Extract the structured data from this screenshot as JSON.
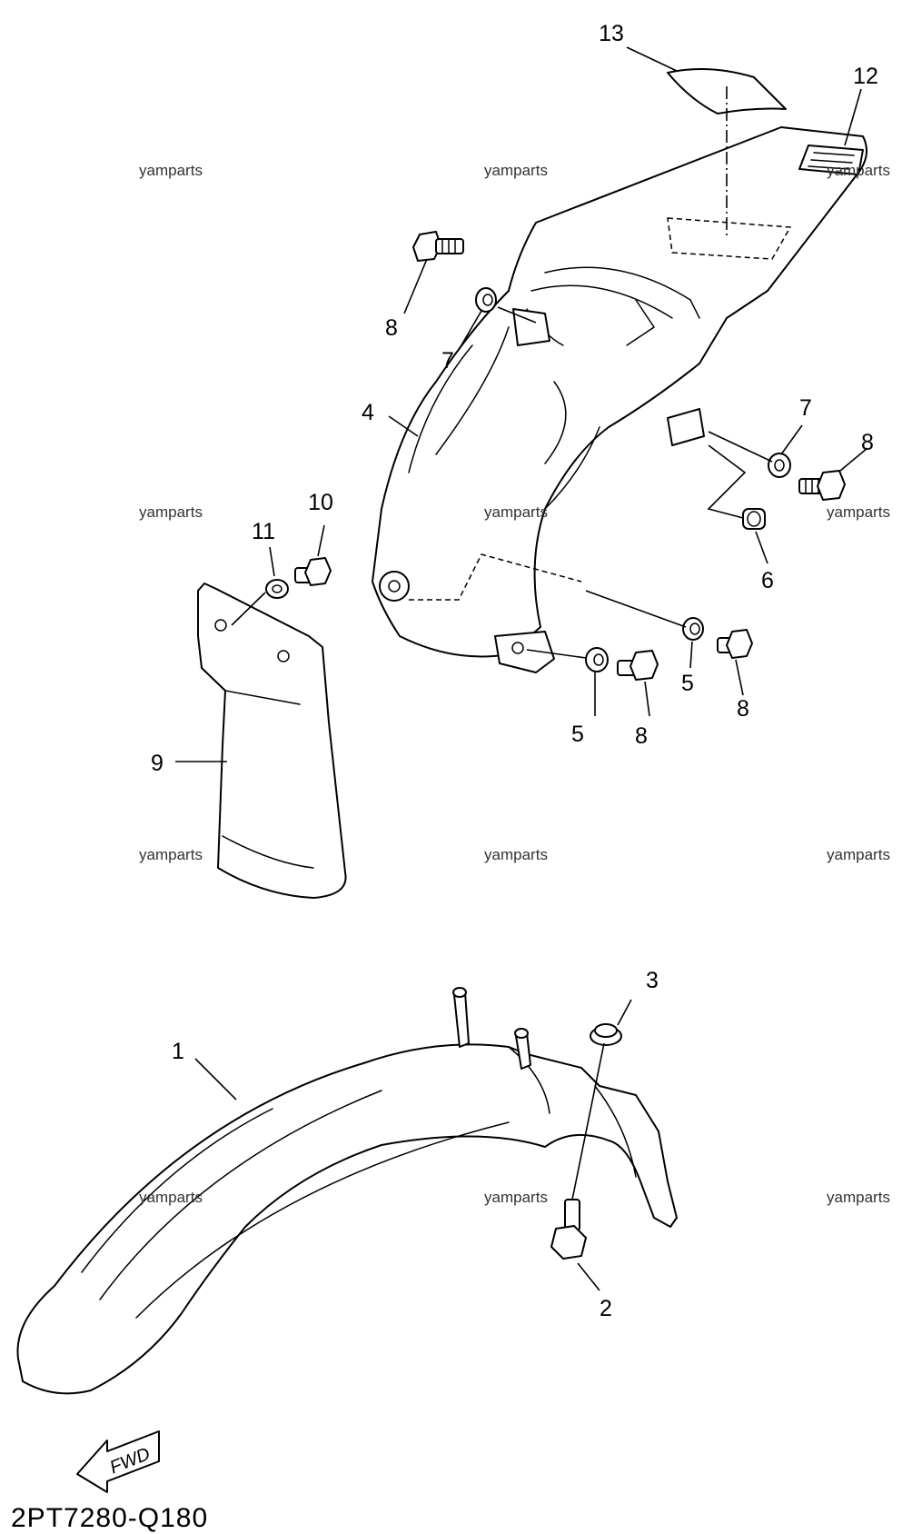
{
  "callouts": {
    "c1": "1",
    "c2": "2",
    "c3": "3",
    "c4": "4",
    "c5a": "5",
    "c5b": "5",
    "c6": "6",
    "c7a": "7",
    "c7b": "7",
    "c8a": "8",
    "c8b": "8",
    "c8c": "8",
    "c8d": "8",
    "c9": "9",
    "c10": "10",
    "c11": "11",
    "c12": "12",
    "c13": "13"
  },
  "watermark": "yamparts",
  "direction_label": "FWD",
  "diagram_code": "2PT7280-Q180"
}
